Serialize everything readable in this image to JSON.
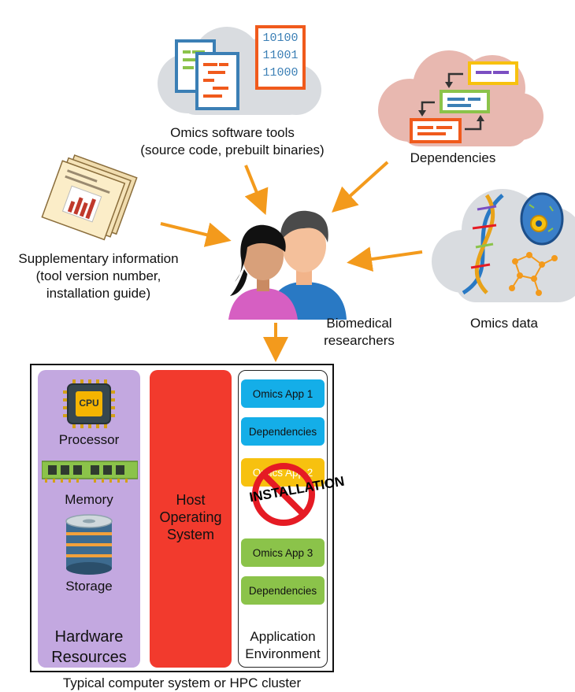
{
  "sources": {
    "software": {
      "label_line1": "Omics software tools",
      "label_line2": "(source code, prebuilt binaries)",
      "binary_lines": [
        "10100",
        "11001",
        "11000"
      ]
    },
    "dependencies": {
      "label": "Dependencies"
    },
    "supplementary": {
      "label_line1": "Supplementary information",
      "label_line2": "(tool version number,",
      "label_line3": "installation guide)"
    },
    "omics_data": {
      "label": "Omics data"
    },
    "researchers": {
      "label_line1": "Biomedical",
      "label_line2": "researchers"
    }
  },
  "system": {
    "caption": "Typical computer system or HPC cluster",
    "hardware": {
      "processor_label": "Processor",
      "cpu_chip_text": "CPU",
      "memory_label": "Memory",
      "storage_label": "Storage",
      "title_line1": "Hardware",
      "title_line2": "Resources"
    },
    "host_os": {
      "line1": "Host",
      "line2": "Operating",
      "line3": "System"
    },
    "app_env": {
      "title_line1": "Application",
      "title_line2": "Environment",
      "chips": [
        {
          "label": "Omics App 1"
        },
        {
          "label": "Dependencies"
        },
        {
          "label": "Omics App 2"
        },
        {
          "label": "Omics App 3"
        },
        {
          "label": "Dependencies"
        }
      ],
      "blocked_label": "INSTALLATION"
    }
  },
  "colors": {
    "arrow": "#f39a1c",
    "hardware_panel": "#c3a8e0",
    "host_os_panel": "#f23a2d",
    "chip_blue": "#14aee8",
    "chip_yellow": "#f7c10f",
    "chip_green": "#8bc34a",
    "cloud": "#d9dce0",
    "cloud_pink": "#e8b8b0",
    "no_sign": "#e51b24"
  }
}
